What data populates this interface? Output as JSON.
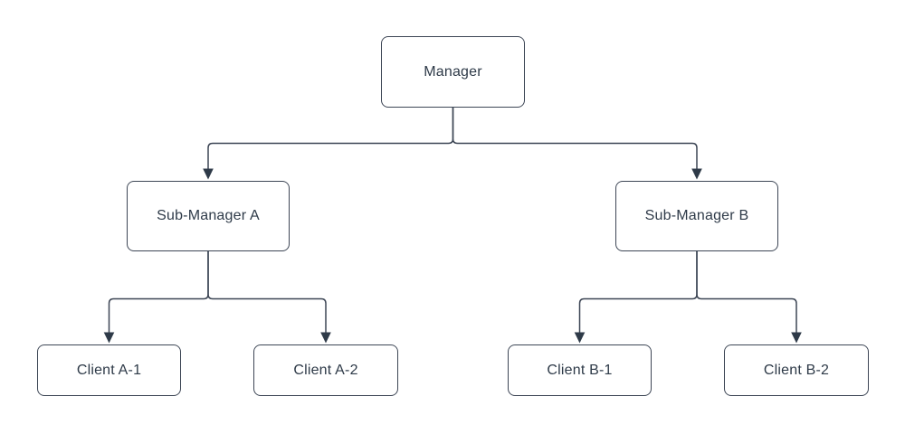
{
  "diagram": {
    "type": "org-chart",
    "nodes": [
      {
        "id": "manager",
        "label": "Manager"
      },
      {
        "id": "sub-manager-a",
        "label": "Sub-Manager A"
      },
      {
        "id": "sub-manager-b",
        "label": "Sub-Manager B"
      },
      {
        "id": "client-a1",
        "label": "Client A-1"
      },
      {
        "id": "client-a2",
        "label": "Client A-2"
      },
      {
        "id": "client-b1",
        "label": "Client B-1"
      },
      {
        "id": "client-b2",
        "label": "Client B-2"
      }
    ],
    "edges": [
      {
        "from": "manager",
        "to": "sub-manager-a",
        "arrow": "filled-triangle"
      },
      {
        "from": "manager",
        "to": "sub-manager-b",
        "arrow": "filled-triangle"
      },
      {
        "from": "sub-manager-a",
        "to": "client-a1",
        "arrow": "filled-triangle"
      },
      {
        "from": "sub-manager-a",
        "to": "client-a2",
        "arrow": "filled-triangle"
      },
      {
        "from": "sub-manager-b",
        "to": "client-b1",
        "arrow": "filled-triangle"
      },
      {
        "from": "sub-manager-b",
        "to": "client-b2",
        "arrow": "filled-triangle"
      }
    ],
    "colors": {
      "background": "#ffffff",
      "node_fill": "#ffffff",
      "node_border": "#3d4655",
      "connector": "#3d4655",
      "arrowhead": "#2e3a48",
      "text": "#2e3a48"
    }
  }
}
